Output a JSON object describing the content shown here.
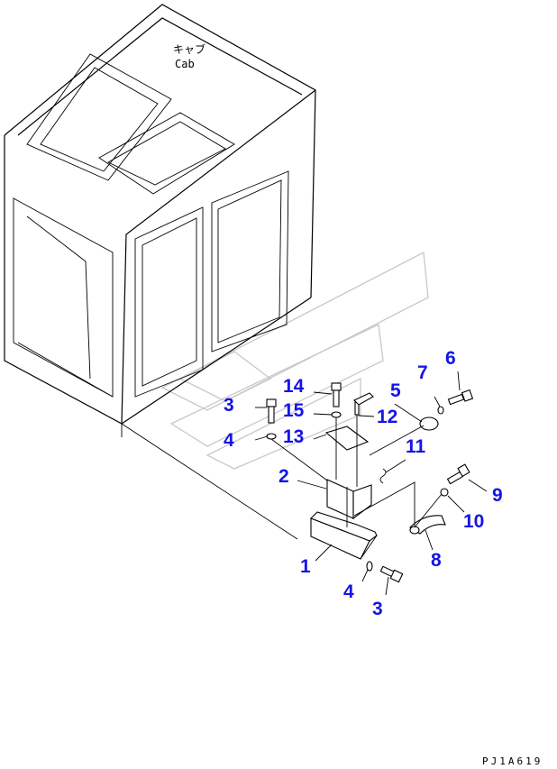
{
  "caption": {
    "japanese": "キャブ",
    "english": "Cab"
  },
  "callouts": [
    "14",
    "3",
    "15",
    "4",
    "13",
    "2",
    "5",
    "7",
    "6",
    "12",
    "11",
    "9",
    "10",
    "8",
    "1",
    "4",
    "3"
  ],
  "figure_code": "PJ1A619",
  "colors": {
    "callout": "#1414e6",
    "line": "#000000",
    "watermark": "#c8c8c8"
  }
}
